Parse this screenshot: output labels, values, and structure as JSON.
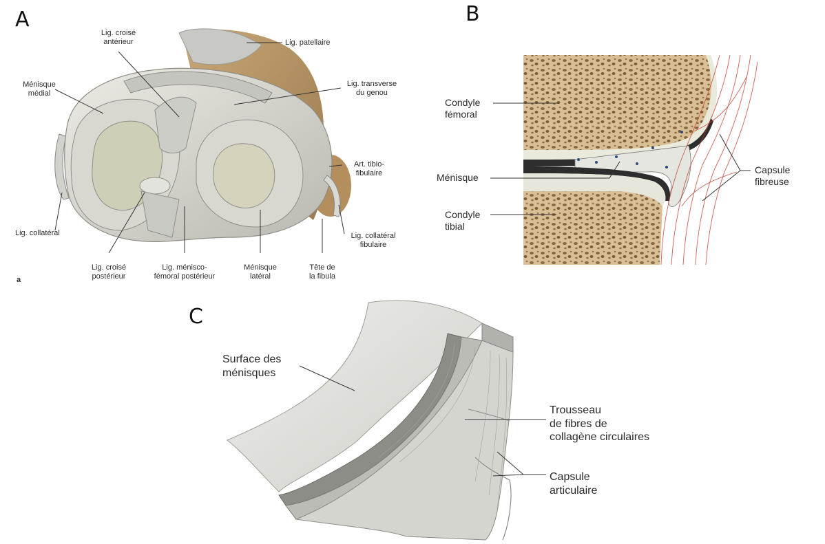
{
  "panels": {
    "A": {
      "letter": "A",
      "sublabel": "a",
      "labels": {
        "lig_croise_anterieur": "Lig. croisé\nantérieur",
        "lig_patellaire": "Lig. patellaire",
        "menisque_medial": "Ménisque\nmédial",
        "lig_transverse": "Lig. transverse\ndu genou",
        "art_tibio_fibulaire": "Art. tibio-\nfibulaire",
        "lig_collateral": "Lig. collatéral",
        "lig_collateral_fibulaire": "Lig. collatéral\nfibulaire",
        "lig_croise_posterieur": "Lig. croisé\npostérieur",
        "lig_menisco_femoral": "Lig. ménisco-\nfémoral postérieur",
        "menisque_lateral": "Ménisque\nlatéral",
        "tete_fibula": "Tête de\nla fibula"
      }
    },
    "B": {
      "letter": "B",
      "labels": {
        "condyle_femoral": "Condyle\nfémoral",
        "menisque": "Ménisque",
        "condyle_tibial": "Condyle\ntibial",
        "capsule_fibreuse": "Capsule\nfibreuse"
      }
    },
    "C": {
      "letter": "C",
      "labels": {
        "surface_menisques": "Surface des\nménisques",
        "trousseau": "Trousseau\nde fibres de\ncollagène circulaires",
        "capsule_articulaire": "Capsule\narticulaire"
      }
    }
  },
  "colors": {
    "bone": "#d2b48c",
    "bone_dark": "#a9865a",
    "cartilage": "#e8e6dc",
    "meniscus": "#d9d8d0",
    "ligament": "#c9c9c4",
    "capsule_fibers": "#c0392b",
    "leader_line": "#333333"
  }
}
